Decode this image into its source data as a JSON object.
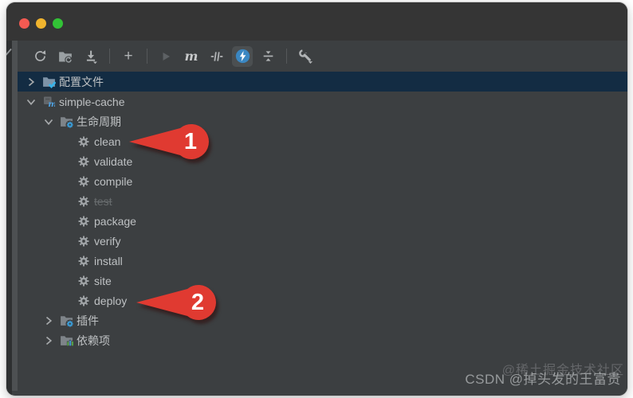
{
  "window": {
    "traffic_lights": [
      {
        "name": "close",
        "color": "#f25a52"
      },
      {
        "name": "minimize",
        "color": "#f0b42e"
      },
      {
        "name": "zoom",
        "color": "#32c236"
      }
    ]
  },
  "toolbar": {
    "plus_glyph": "+",
    "maven_glyph": "m",
    "icons": [
      "reimport-sync-icon",
      "generate-sources-folder-icon",
      "download-sources-icon",
      "add-icon",
      "run-icon",
      "execute-maven-goal-icon",
      "skip-tests-icon",
      "offline-mode-lightning-icon",
      "collapse-all-icon",
      "maven-settings-wrench-icon"
    ],
    "offline_toggle_active": true
  },
  "tree": {
    "items": [
      {
        "id": "profiles",
        "label": "配置文件",
        "level": 0,
        "chevron": "right",
        "icon": "folder-check-icon",
        "selected": true
      },
      {
        "id": "simple-cache",
        "label": "simple-cache",
        "level": 0,
        "chevron": "down",
        "icon": "maven-module-icon"
      },
      {
        "id": "lifecycle",
        "label": "生命周期",
        "level": 1,
        "chevron": "down",
        "icon": "folder-gear-icon"
      },
      {
        "id": "clean",
        "label": "clean",
        "level": 2,
        "chevron": "none",
        "icon": "gear-icon"
      },
      {
        "id": "validate",
        "label": "validate",
        "level": 2,
        "chevron": "none",
        "icon": "gear-icon"
      },
      {
        "id": "compile",
        "label": "compile",
        "level": 2,
        "chevron": "none",
        "icon": "gear-icon"
      },
      {
        "id": "test",
        "label": "test",
        "level": 2,
        "chevron": "none",
        "icon": "gear-icon",
        "disabled": true
      },
      {
        "id": "package",
        "label": "package",
        "level": 2,
        "chevron": "none",
        "icon": "gear-icon"
      },
      {
        "id": "verify",
        "label": "verify",
        "level": 2,
        "chevron": "none",
        "icon": "gear-icon"
      },
      {
        "id": "install",
        "label": "install",
        "level": 2,
        "chevron": "none",
        "icon": "gear-icon"
      },
      {
        "id": "site",
        "label": "site",
        "level": 2,
        "chevron": "none",
        "icon": "gear-icon"
      },
      {
        "id": "deploy",
        "label": "deploy",
        "level": 2,
        "chevron": "none",
        "icon": "gear-icon"
      },
      {
        "id": "plugins",
        "label": "插件",
        "level": 1,
        "chevron": "right",
        "icon": "folder-gear-icon"
      },
      {
        "id": "dependencies",
        "label": "依赖项",
        "level": 1,
        "chevron": "right",
        "icon": "folder-bars-icon"
      }
    ]
  },
  "annotations": [
    {
      "number": "1",
      "target": "clean"
    },
    {
      "number": "2",
      "target": "deploy"
    }
  ],
  "watermark": {
    "primary": "CSDN @掉头发的王富贵",
    "secondary": "@稀土掘金技术社区"
  },
  "colors": {
    "selection": "#132c43",
    "arrow_red": "#e03a31",
    "accent_blue": "#3a87c2",
    "tree_text": "#bec1c3",
    "disabled_text": "#686c6e",
    "panel_bg": "#3c3f41",
    "titlebar_bg": "#353535"
  }
}
